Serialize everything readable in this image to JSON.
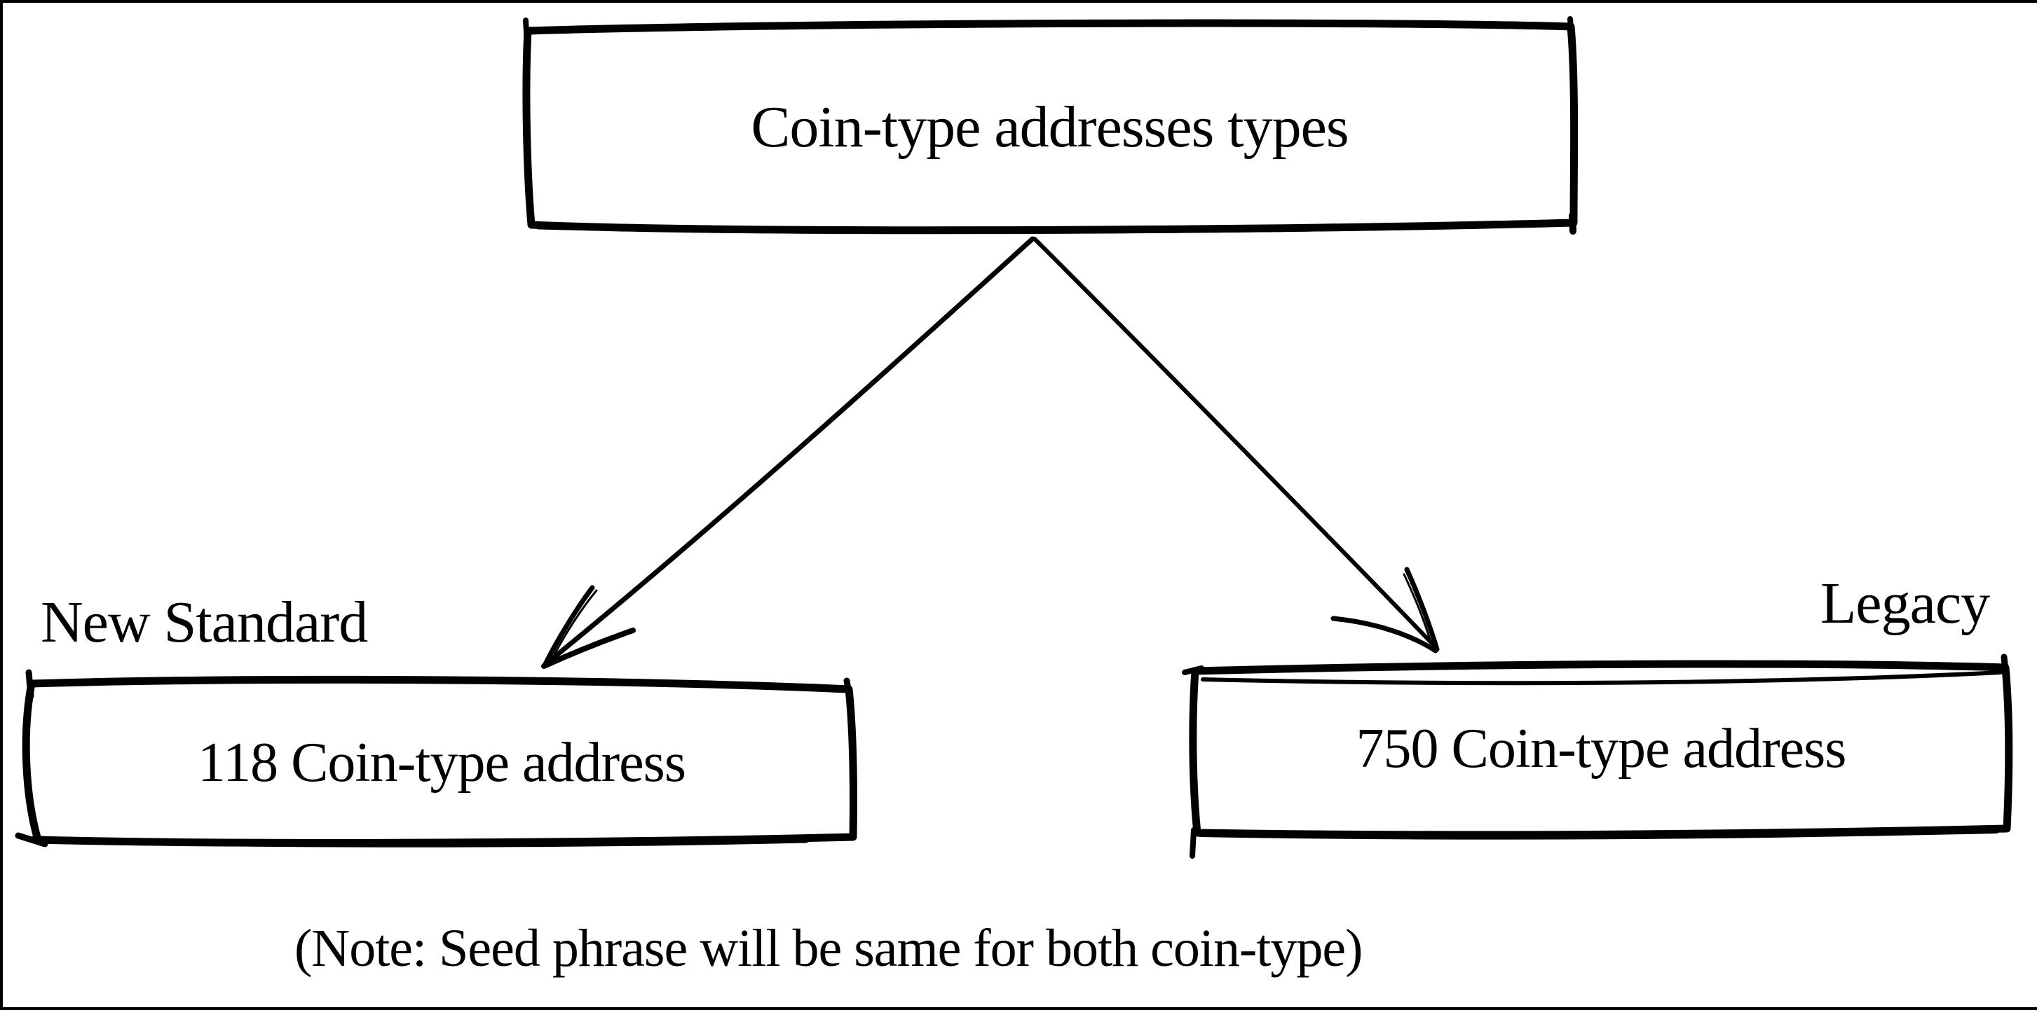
{
  "colors": {
    "ink": "#000000",
    "background": "#ffffff"
  },
  "diagram": {
    "root_box": {
      "label": "Coin-type addresses types"
    },
    "branches": {
      "left": {
        "tag": "New Standard",
        "box_label": "118 Coin-type address"
      },
      "right": {
        "tag": "Legacy",
        "box_label": "750 Coin-type address"
      }
    },
    "note": "(Note: Seed phrase will be same for both coin-type)"
  }
}
